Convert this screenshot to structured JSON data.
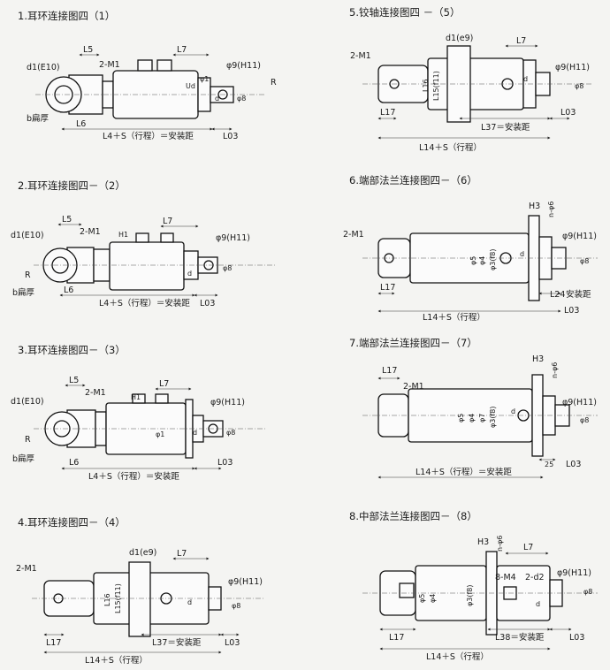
{
  "diagrams": [
    {
      "title": "1.耳环连接图四（1）",
      "labels": {
        "d1": "d1(E10)",
        "m1": "2-M1",
        "l5": "L5",
        "l7": "L7",
        "phi9": "φ9(H11)",
        "r": "R",
        "b": "b扁厚",
        "l6": "L6",
        "l4": "L4＋S（行程）＝安装距",
        "l03": "L03",
        "phi1": "φ1",
        "d": "d",
        "phi8": "φ8",
        "ud": "Ud"
      }
    },
    {
      "title": "2.耳环连接图四－（2）",
      "labels": {
        "d1": "d1(E10)",
        "m1": "2-M1",
        "l5": "L5",
        "l7": "L7",
        "phi9": "φ9(H11)",
        "r": "R",
        "b": "b扁厚",
        "l6": "L6",
        "l4": "L4＋S（行程）＝安装距",
        "l03": "L03",
        "h1": "H1",
        "d": "d",
        "phi8": "φ8"
      }
    },
    {
      "title": "3.耳环连接图四－（3）",
      "labels": {
        "d1": "d1(E10)",
        "m1": "2-M1",
        "l5": "L5",
        "l7": "L7",
        "phi9": "φ9(H11)",
        "r": "R",
        "b": "b扁厚",
        "l6": "L6",
        "l4": "L4＋S（行程）＝安装距",
        "l03": "L03",
        "h1": "H1",
        "phi1": "φ1",
        "d": "d",
        "phi8": "φ8"
      }
    },
    {
      "title": "4.耳环连接图四－（4）",
      "labels": {
        "m1": "2-M1",
        "d1": "d1(e9)",
        "l7": "L7",
        "phi9": "φ9(H11)",
        "l16": "L16",
        "l15": "L15(f11)",
        "l17": "L17",
        "l37": "L37＝安装距",
        "l03": "L03",
        "l14": "L14＋S（行程）",
        "d": "d",
        "phi8": "φ8"
      }
    },
    {
      "title": "5.铰轴连接图四 －（5）",
      "labels": {
        "m1": "2-M1",
        "d1": "d1(e9)",
        "l7": "L7",
        "phi9": "φ9(H11)",
        "l16": "L16",
        "l15": "L15(f11)",
        "l17": "L17",
        "l37": "L37＝安装距",
        "l03": "L03",
        "l14": "L14＋S（行程）",
        "d": "d",
        "phi8": "φ8"
      }
    },
    {
      "title": "6.端部法兰连接图四－（6）",
      "labels": {
        "m1": "2-M1",
        "h3": "H3",
        "n": "n-φ6",
        "phi9": "φ9(H11)",
        "phi5": "φ5",
        "phi4": "φ4",
        "phi3": "φ3(f8)",
        "d": "d",
        "phi8": "φ8",
        "l17": "L17",
        "l24": "L24",
        "l14": "L14＋S（行程）",
        "l03": "L03",
        "az": "安装距"
      }
    },
    {
      "title": "7.端部法兰连接图四－（7）",
      "labels": {
        "l17": "L17",
        "m1": "2-M1",
        "h3": "H3",
        "n": "n-φ6",
        "phi9": "φ9(H11)",
        "phi5": "φ5",
        "phi4": "φ4",
        "phi7": "φ7",
        "phi3": "φ3(f8)",
        "d": "d",
        "phi8": "φ8",
        "l03": "L03",
        "n25": "25",
        "l14": "L14＋S（行程）＝安装距"
      }
    },
    {
      "title": "8.中部法兰连接图四－（8）",
      "labels": {
        "h3": "H3",
        "n": "n-φ6",
        "l7": "L7",
        "phi9": "φ9(H11)",
        "m4": "8-M4",
        "d2": "2-d2",
        "phi5": "φ5",
        "phi4": "φ4",
        "phi3": "φ3(f8)",
        "d": "d",
        "phi8": "φ8",
        "l17": "L17",
        "l38": "L38＝安装距",
        "l03": "L03",
        "l14": "L14＋S（行程）"
      }
    }
  ]
}
